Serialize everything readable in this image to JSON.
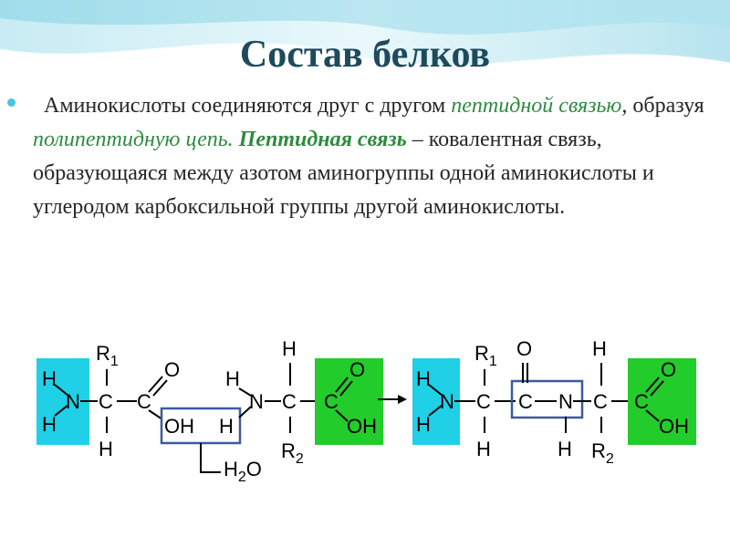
{
  "slide": {
    "title": "Состав белков",
    "paragraph": {
      "text1": "Аминокислоты соединяются друг с другом ",
      "green1": "пептидной связью",
      "text2": ", образуя ",
      "green2": "полипептидную цепь.",
      "space": " ",
      "green_bold": "Пептидная связь",
      "text3": " – ковалентная связь, образующаяся между азотом аминогруппы одной аминокислоты и углеродом карбоксильной группы другой аминокислоты."
    }
  },
  "scheme": {
    "colors": {
      "amino_box": "#1fd0e6",
      "carboxyl_box": "#22cc2a",
      "highlight_box": "#3d5aa0"
    },
    "labels": {
      "H": "H",
      "N": "N",
      "C": "C",
      "O": "O",
      "OH": "OH",
      "R": "R",
      "sub1": "1",
      "sub2": "2",
      "H2O_H": "H",
      "H2O_sub": "2",
      "H2O_O": "O",
      "bond": "–"
    }
  }
}
